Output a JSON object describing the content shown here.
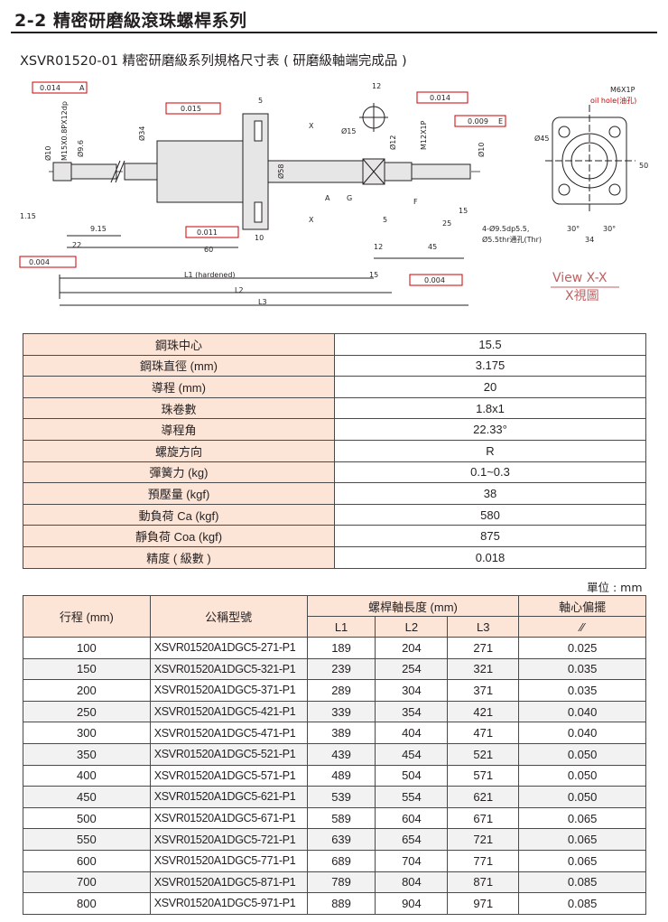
{
  "header": {
    "title": "2-2 精密研磨級滾珠螺桿系列",
    "subtitle": "XSVR01520-01 精密研磨級系列規格尺寸表 ( 研磨級軸端完成品 )"
  },
  "drawing": {
    "tol_0014_a": "0.014",
    "tol_0015_a": "0.015",
    "tol_0014_a2": "0.014",
    "tol_0009_e": "0.009",
    "tol_0011_a": "0.011",
    "tol_0004_f": "0.004",
    "tol_0004_e": "0.004",
    "datum_a": "A",
    "datum_e": "E",
    "datum_f": "F",
    "datum_g": "G",
    "dim_5": "5",
    "dim_12_tol": "12",
    "dim_15_dia": "Ø15",
    "dim_10": "10",
    "dim_12": "12",
    "dim_45": "45",
    "dim_60": "60",
    "dim_22": "22",
    "dim_15": "15",
    "dim_25": "25",
    "dim_5b": "5",
    "dim_15b": "15",
    "dim_58": "Ø58",
    "dim_34": "Ø34",
    "dim_10_dia": "Ø10",
    "dim_12_dia": "Ø12",
    "dim_96": "Ø9.6",
    "dim_m15": "M15X0.8PX12dp",
    "dim_m12": "M12X1P",
    "dim_115": "1.15",
    "dim_915": "9.15",
    "l1": "L1 (hardened)",
    "l2": "L2",
    "l3": "L3",
    "section_x": "X",
    "m6": "M6X1P",
    "oil_hole": "oil hole(油孔)",
    "holes": "4-Ø9.5dp5.5,",
    "holes2": "Ø5.5thr通孔(Thr)",
    "angle_30a": "30°",
    "angle_30b": "30°",
    "dim_34b": "34",
    "dim_50": "50",
    "dim_45deg": "Ø45",
    "view_xx": "View X-X",
    "view_xx_cn": "X視圖"
  },
  "spec_table": [
    {
      "label": "鋼珠中心",
      "value": "15.5"
    },
    {
      "label": "鋼珠直徑 (mm)",
      "value": "3.175"
    },
    {
      "label": "導程 (mm)",
      "value": "20"
    },
    {
      "label": "珠卷數",
      "value": "1.8x1"
    },
    {
      "label": "導程角",
      "value": "22.33°"
    },
    {
      "label": "螺旋方向",
      "value": "R"
    },
    {
      "label": "彈簧力 (kg)",
      "value": "0.1~0.3"
    },
    {
      "label": "預壓量 (kgf)",
      "value": "38"
    },
    {
      "label": "動負荷 Ca (kgf)",
      "value": "580"
    },
    {
      "label": "靜負荷 Coa (kgf)",
      "value": "875"
    },
    {
      "label": "精度 ( 級數 )",
      "value": "0.018"
    }
  ],
  "unit": "單位 : mm",
  "dims_table": {
    "h_stroke": "行程 (mm)",
    "h_model": "公稱型號",
    "h_length": "螺桿軸長度 (mm)",
    "h_runout": "軸心偏擺",
    "h_l1": "L1",
    "h_l2": "L2",
    "h_l3": "L3",
    "h_runout_sym": "⁄⁄",
    "rows": [
      [
        "100",
        "XSVR01520A1DGC5-271-P1",
        "189",
        "204",
        "271",
        "0.025"
      ],
      [
        "150",
        "XSVR01520A1DGC5-321-P1",
        "239",
        "254",
        "321",
        "0.035"
      ],
      [
        "200",
        "XSVR01520A1DGC5-371-P1",
        "289",
        "304",
        "371",
        "0.035"
      ],
      [
        "250",
        "XSVR01520A1DGC5-421-P1",
        "339",
        "354",
        "421",
        "0.040"
      ],
      [
        "300",
        "XSVR01520A1DGC5-471-P1",
        "389",
        "404",
        "471",
        "0.040"
      ],
      [
        "350",
        "XSVR01520A1DGC5-521-P1",
        "439",
        "454",
        "521",
        "0.050"
      ],
      [
        "400",
        "XSVR01520A1DGC5-571-P1",
        "489",
        "504",
        "571",
        "0.050"
      ],
      [
        "450",
        "XSVR01520A1DGC5-621-P1",
        "539",
        "554",
        "621",
        "0.050"
      ],
      [
        "500",
        "XSVR01520A1DGC5-671-P1",
        "589",
        "604",
        "671",
        "0.065"
      ],
      [
        "550",
        "XSVR01520A1DGC5-721-P1",
        "639",
        "654",
        "721",
        "0.065"
      ],
      [
        "600",
        "XSVR01520A1DGC5-771-P1",
        "689",
        "704",
        "771",
        "0.065"
      ],
      [
        "700",
        "XSVR01520A1DGC5-871-P1",
        "789",
        "804",
        "871",
        "0.085"
      ],
      [
        "800",
        "XSVR01520A1DGC5-971-P1",
        "889",
        "904",
        "971",
        "0.085"
      ]
    ]
  }
}
